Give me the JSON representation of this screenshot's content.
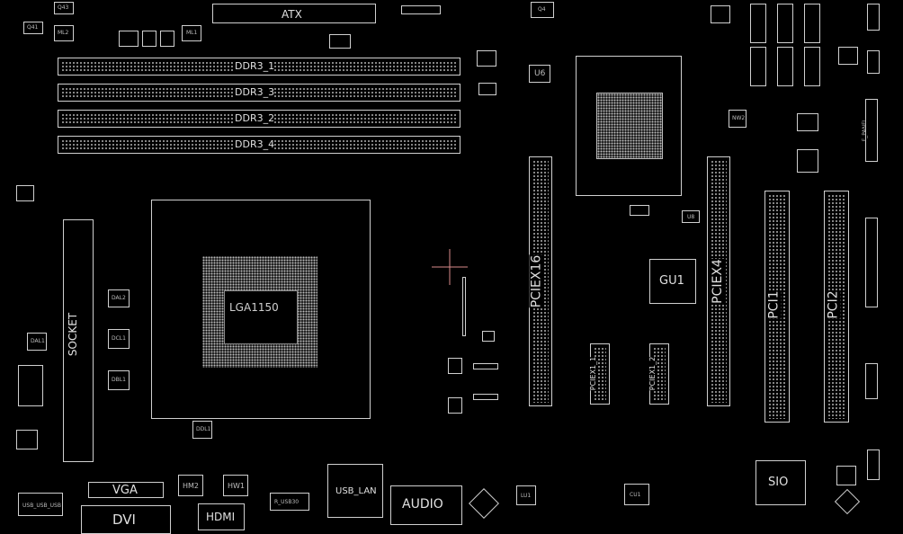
{
  "board": {
    "connectors": {
      "atx": "ATX",
      "vga": "VGA",
      "dvi": "DVI",
      "hdmi": "HDMI",
      "usb_lan": "USB_LAN",
      "audio": "AUDIO"
    },
    "memory_slots": [
      "DDR3_1",
      "DDR3_3",
      "DDR3_2",
      "DDR3_4"
    ],
    "expansion_slots": {
      "pciex16": "PCIEX16",
      "pciex4": "PCIEX4",
      "pci1": "PCI1",
      "pci2": "PCI2",
      "pciex1_1": "PCIEX1_1",
      "pciex1_2": "PCIEX1_2"
    },
    "cpu_socket": "LGA1150",
    "chips": {
      "gu1": "GU1",
      "sio": "SIO",
      "u6": "U6",
      "u8": "U8",
      "q4": "Q4",
      "q43": "Q43",
      "cu1": "CU1",
      "lu1": "LU1",
      "hw1": "HW1",
      "hm2": "HM2",
      "ml1": "ML1",
      "ml2": "ML2",
      "dal1": "DAL1",
      "dal2": "DAL2",
      "dcl1": "DCL1",
      "dbl1": "DBL1",
      "ddl1": "DDL1",
      "nw2": "NW2",
      "q41": "Q41"
    },
    "headers": {
      "socket_area": "SOCKET",
      "f_panel": "F_PANEL",
      "rear_usb": "R_USB30",
      "usb_usb_usb": "USB_USB_USB"
    }
  }
}
